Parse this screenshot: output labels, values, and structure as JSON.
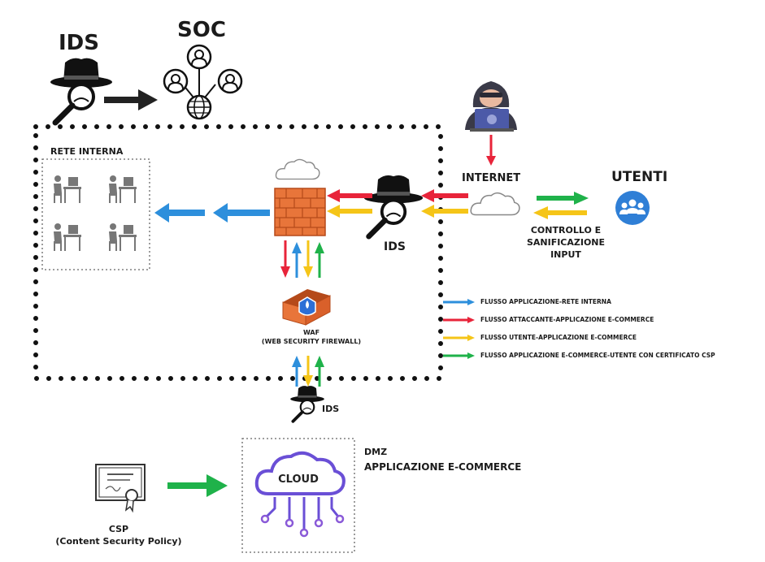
{
  "labels": {
    "ids_top": "IDS",
    "soc": "SOC",
    "rete_interna": "RETE INTERNA",
    "internet": "INTERNET",
    "utenti": "UTENTI",
    "controllo": [
      "CONTROLLO E",
      "SANIFICAZIONE",
      "INPUT"
    ],
    "ids_mid": "IDS",
    "waf": [
      "WAF",
      "(WEB SECURITY FIREWALL)"
    ],
    "ids_bottom": "IDS",
    "dmz": "DMZ",
    "applicazione": "APPLICAZIONE E-COMMERCE",
    "cloud": "CLOUD",
    "csp": [
      "CSP",
      "(Content Security Policy)"
    ]
  },
  "legend": [
    {
      "color": "#2d8fdc",
      "text": "FLUSSO APPLICAZIONE-RETE INTERNA"
    },
    {
      "color": "#e8243a",
      "text": "FLUSSO ATTACCANTE-APPLICAZIONE E-COMMERCE"
    },
    {
      "color": "#f5c518",
      "text": "FLUSSO UTENTE-APPLICAZIONE E-COMMERCE"
    },
    {
      "color": "#1fb24a",
      "text": "FLUSSO APPLICAZIONE E-COMMERCE-UTENTE CON CERTIFICATO CSP"
    }
  ],
  "colors": {
    "blue": "#2d8fdc",
    "red": "#e8243a",
    "yellow": "#f5c518",
    "green": "#1fb24a",
    "brick": "#e8753a",
    "users_badge": "#2f7fd6"
  },
  "icons": {
    "spy": "spy-icon",
    "soc": "soc-network-icon",
    "hacker": "hacker-icon",
    "workstation": "workstation-icon",
    "cloud": "cloud-icon",
    "firewall": "firewall-icon",
    "users": "users-icon",
    "certificate": "certificate-icon"
  }
}
